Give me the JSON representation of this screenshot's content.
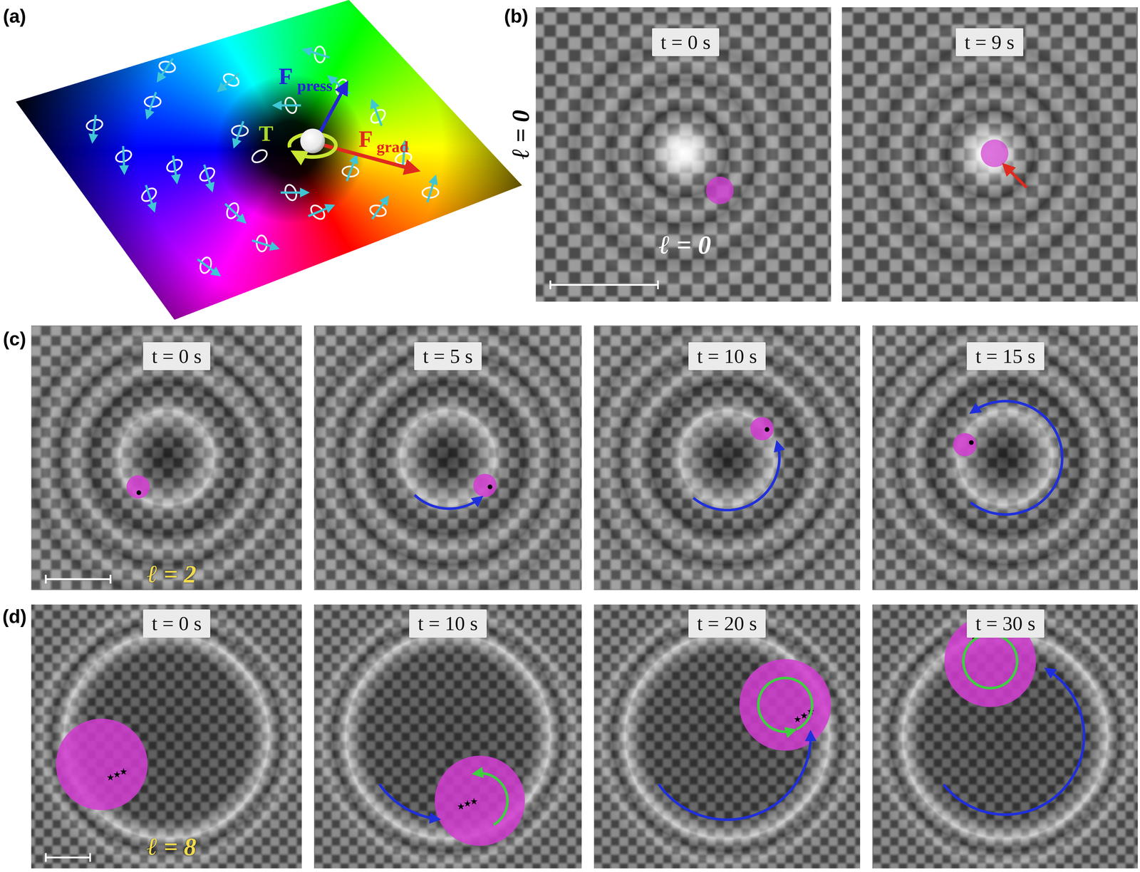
{
  "diagram": {
    "nodes": [
      {
        "text": [
          "t = 0 s"
        ]
      },
      {
        "text": [
          "t = 9 s"
        ]
      },
      {
        "text": [
          "t = 0 s"
        ]
      },
      {
        "text": [
          "t = 5 s"
        ]
      },
      {
        "text": [
          "t = 10 s"
        ]
      },
      {
        "text": [
          "t = 15 s"
        ]
      },
      {
        "text": [
          "t = 0 s"
        ]
      },
      {
        "text": [
          "t = 10 s"
        ]
      },
      {
        "text": [
          "t = 20 s"
        ]
      },
      {
        "text": [
          "t = 30 s"
        ]
      }
    ],
    "labels": [
      "(a)",
      "F",
      "press",
      "T",
      "F",
      "grad",
      "(b)",
      "ℓ = 0",
      "ℓ = 0",
      "(c)",
      "ℓ = 2",
      "(d)",
      "ℓ = 8"
    ]
  }
}
